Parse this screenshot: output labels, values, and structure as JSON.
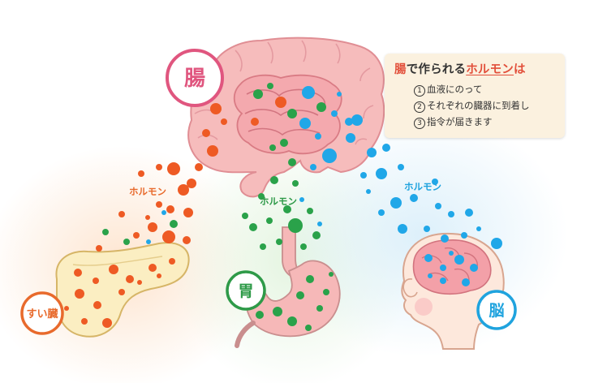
{
  "labels": {
    "intestine": "腸",
    "pancreas": "すい臓",
    "stomach": "胃",
    "brain": "脳"
  },
  "arrows": {
    "left": "ホルモン",
    "middle": "ホルモン",
    "right": "ホルモン"
  },
  "note": {
    "title_part1": "腸",
    "title_part2": "で作られる",
    "title_part3": "ホルモン",
    "title_part4": "は",
    "items": [
      {
        "num": "1",
        "text": "血液にのって"
      },
      {
        "num": "2",
        "text": "それぞれの臓器に到着し"
      },
      {
        "num": "3",
        "text": "指令が届きます"
      }
    ]
  },
  "colors": {
    "intestine_ring": "#e0567f",
    "pancreas_ring": "#e86a2c",
    "stomach_ring": "#2e9a48",
    "brain_ring": "#1fa3de",
    "orange_dot": "#ee5a24",
    "green_dot": "#2aa24a",
    "blue_dot": "#20a7e8",
    "organ_pink": "#f6b8b8"
  }
}
